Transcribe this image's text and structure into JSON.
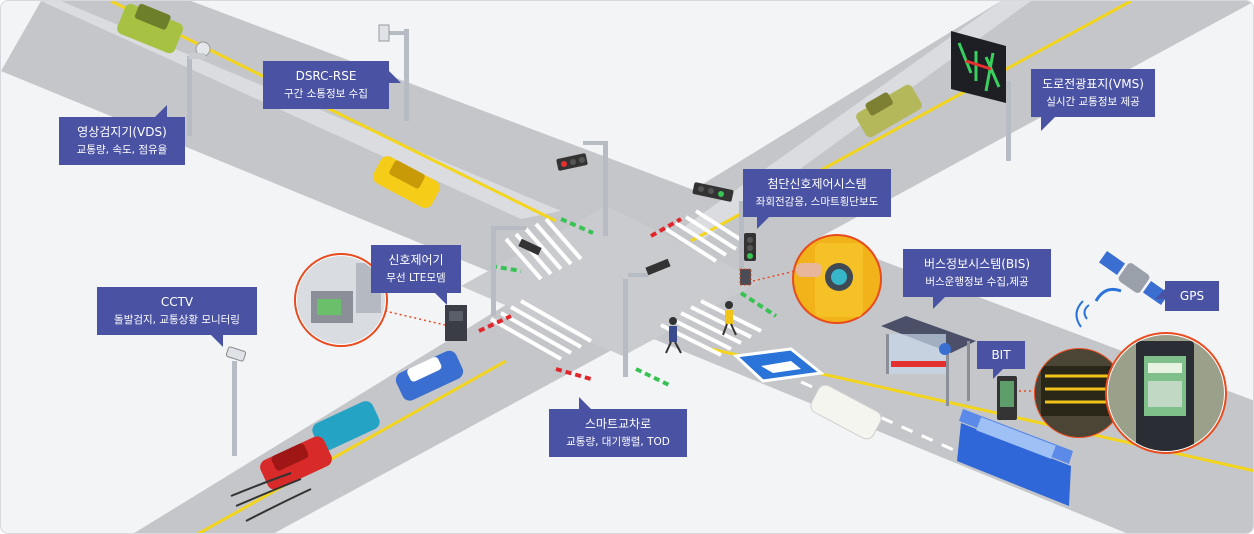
{
  "labels": {
    "vds": {
      "title": "영상검지기(VDS)",
      "sub": "교통량, 속도, 점유율"
    },
    "dsrc": {
      "title": "DSRC-RSE",
      "sub": "구간 소통정보 수집"
    },
    "vms": {
      "title": "도로전광표지(VMS)",
      "sub": "실시간 교통정보 제공"
    },
    "signal_system": {
      "title": "첨단신호제어시스템",
      "sub": "좌회전감응, 스마트횡단보도"
    },
    "controller": {
      "title": "신호제어기",
      "sub": "무선 LTE모뎀"
    },
    "bis": {
      "title": "버스정보시스템(BIS)",
      "sub": "버스운행정보 수집,제공"
    },
    "gps": {
      "title": "GPS"
    },
    "cctv": {
      "title": "CCTV",
      "sub": "돌발검지, 교통상황 모니터링"
    },
    "bit": {
      "title": "BIT"
    },
    "smart_intersection": {
      "title": "스마트교차로",
      "sub": "교통량, 대기행렬, TOD"
    }
  },
  "colors": {
    "label_bg": "#4a52a3",
    "road": "#c4c6ca",
    "lane_yellow": "#f2d51c",
    "crosswalk": "#ffffff",
    "bus": "#2f66d8"
  },
  "icons": [
    "vds-camera-icon",
    "dsrc-antenna-icon",
    "vms-sign-icon",
    "traffic-light-icon",
    "signal-controller-icon",
    "push-button-icon",
    "satellite-icon",
    "cctv-camera-icon",
    "bus-stop-icon",
    "bit-display-icon",
    "bus-icon",
    "car-icon",
    "pedestrian-icon"
  ]
}
